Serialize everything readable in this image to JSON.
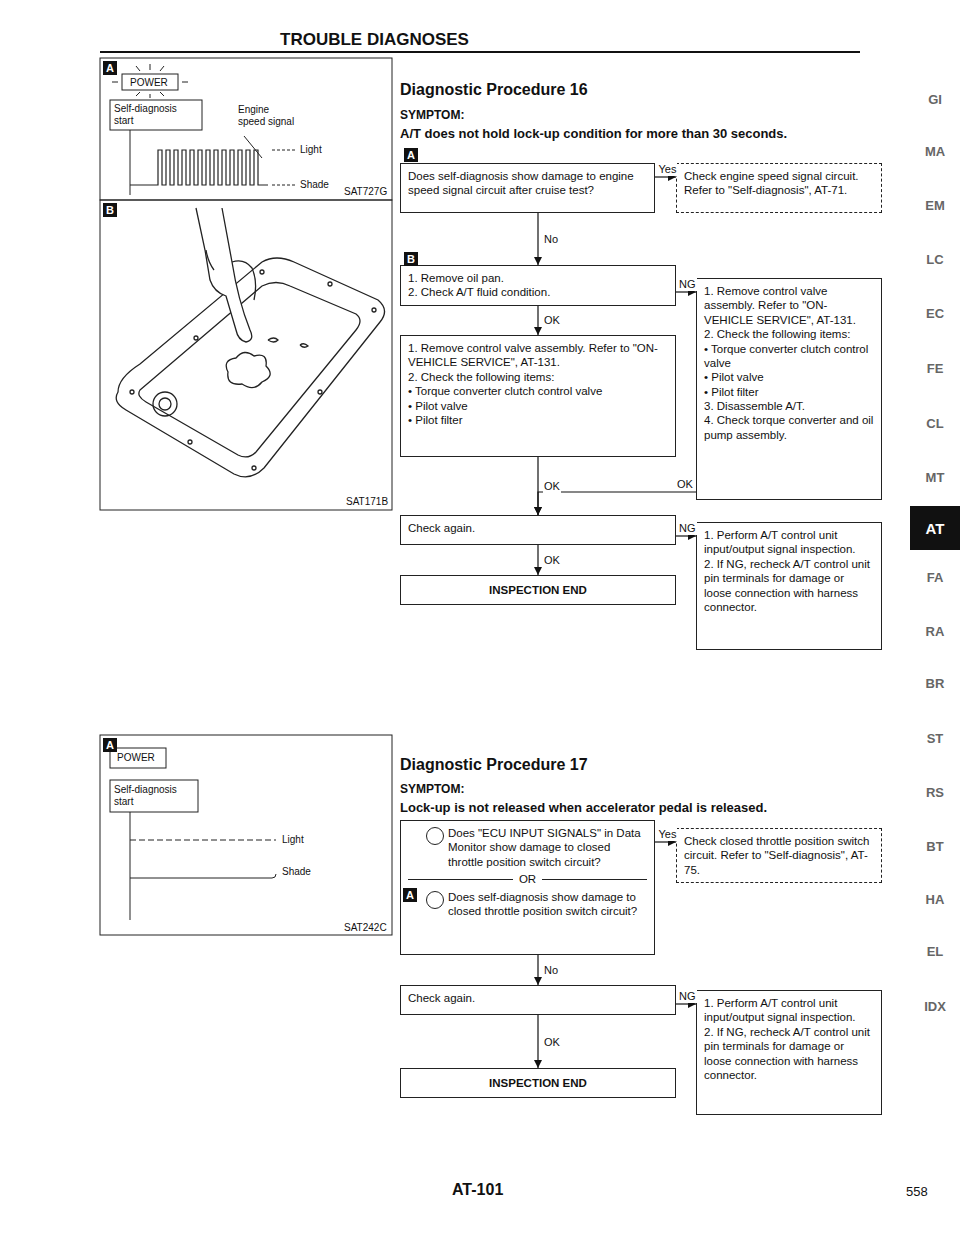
{
  "diagram": {
    "title": "TROUBLE DIAGNOSES",
    "nodes": [
      {
        "text": [
          "Does self-diagnosis show damage to engine speed signal circuit after cruise test?"
        ]
      },
      {
        "text": [
          "Check engine speed signal circuit. Refer to \"Self-diagnosis\", AT-71."
        ]
      },
      {
        "text": [
          "1. Remove oil pan.",
          "2. Check A/T fluid condition."
        ]
      },
      {
        "text": [
          "1. Remove control valve assembly. Refer to \"ON-VEHICLE SERVICE\", AT-131.",
          "2. Check the following items:",
          "• Torque converter clutch control valve",
          "• Pilot valve",
          "• Pilot filter",
          "3. Disassemble A/T.",
          "4. Check torque converter and oil pump assembly."
        ]
      },
      {
        "text": [
          "1. Remove control valve assembly. Refer to \"ON-VEHICLE SERVICE\", AT-131.",
          "2. Check the following items:",
          "• Torque converter clutch control valve",
          "• Pilot valve",
          "• Pilot filter"
        ]
      },
      {
        "text": [
          "Check again."
        ]
      },
      {
        "text": [
          "1. Perform A/T control unit input/output signal inspection.",
          "2. If NG, recheck A/T control unit pin terminals for damage or loose connection with harness connector."
        ]
      },
      {
        "text": [
          "INSPECTION END"
        ]
      },
      {
        "text": [
          "Does \"ECU INPUT SIGNALS\" in Data Monitor show damage to closed throttle position switch circuit?",
          "OR",
          "Does self-diagnosis show damage to closed throttle position switch circuit?"
        ]
      },
      {
        "text": [
          "Check closed throttle position switch circuit. Refer to \"Self-diagnosis\", AT-75."
        ]
      },
      {
        "text": [
          "Check again."
        ]
      },
      {
        "text": [
          "1. Perform A/T control unit input/output signal inspection.",
          "2. If NG, recheck A/T control unit pin terminals for damage or loose connection with harness connector."
        ]
      },
      {
        "text": [
          "INSPECTION END"
        ]
      }
    ],
    "edges": [
      {
        "from": 0,
        "to": 1,
        "arrow": "to",
        "label": "Yes"
      },
      {
        "from": 0,
        "to": 2,
        "arrow": "to",
        "label": "No"
      },
      {
        "from": 2,
        "to": 3,
        "arrow": "to",
        "label": "NG"
      },
      {
        "from": 2,
        "to": 4,
        "arrow": "to",
        "label": "OK"
      },
      {
        "from": 4,
        "to": 5,
        "arrow": "to",
        "label": "OK"
      },
      {
        "from": 3,
        "to": 5,
        "arrow": "to",
        "label": "OK"
      },
      {
        "from": 5,
        "to": 6,
        "arrow": "to",
        "label": "NG"
      },
      {
        "from": 5,
        "to": 7,
        "arrow": "to",
        "label": "OK"
      },
      {
        "from": 8,
        "to": 9,
        "arrow": "to",
        "label": "Yes"
      },
      {
        "from": 8,
        "to": 10,
        "arrow": "to",
        "label": "No"
      },
      {
        "from": 10,
        "to": 11,
        "arrow": "to",
        "label": "NG"
      },
      {
        "from": 10,
        "to": 12,
        "arrow": "to",
        "label": "OK"
      }
    ],
    "labels": [
      "Diagnostic Procedure 16",
      "SYMPTOM:",
      "A/T does not hold lock-up condition for more than 30 seconds.",
      "A",
      "B",
      "Diagnostic Procedure 17",
      "SYMPTOM:",
      "Lock-up is not released when accelerator pedal is released.",
      "A",
      "A",
      "POWER",
      "Self-diagnosis start",
      "Engine speed signal",
      "Light",
      "Shade",
      "SAT727G",
      "B",
      "SAT171B",
      "A",
      "POWER",
      "Self-diagnosis start",
      "Light",
      "Shade",
      "SAT242C",
      "GI",
      "MA",
      "EM",
      "LC",
      "EC",
      "FE",
      "CL",
      "MT",
      "AT",
      "FA",
      "RA",
      "BR",
      "ST",
      "RS",
      "BT",
      "HA",
      "EL",
      "IDX",
      "AT-101",
      "558"
    ]
  }
}
